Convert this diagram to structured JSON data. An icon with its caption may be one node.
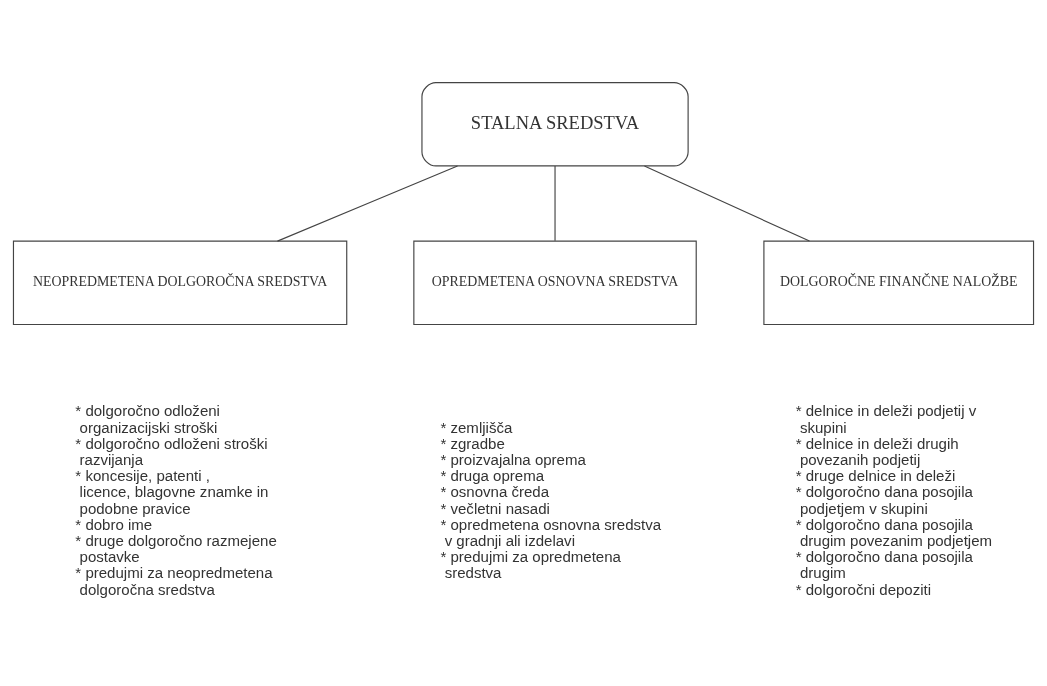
{
  "diagram": {
    "nodes": [
      {
        "text": [
          "STALNA SREDSTVA"
        ]
      },
      {
        "text": [
          "NEOPREDMETENA DOLGOROČNA SREDSTVA"
        ],
        "beside": [
          "* dolgoročno odloženi organizacijski stroški",
          "* dolgoročno odloženi stroški razvijanja",
          "* koncesije, patenti , licence, blagovne znamke in podobne pravice",
          "* dobro ime",
          "* druge dolgoročno razmejene postavke",
          "* predujmi za neopredmetena dolgoročna sredstva"
        ]
      },
      {
        "text": [
          "OPREDMETENA OSNOVNA SREDSTVA"
        ],
        "beside": [
          "* zemljišča",
          "* zgradbe",
          "* proizvajalna oprema",
          "* druga oprema",
          "* osnovna čreda",
          "* večletni nasadi",
          "* opredmetena osnovna sredstva v gradnji ali izdelavi",
          "* predujmi za opredmetena sredstva"
        ]
      },
      {
        "text": [
          "DOLGOROČNE FINANČNE NALOŽBE"
        ],
        "beside": [
          "* delnice in deleži podjetij v skupini",
          "* delnice in deleži drugih povezanih podjetij",
          "* druge delnice in deleži",
          "* dolgoročno dana posojila podjetjem v skupini",
          "* dolgoročno dana posojila drugim povezanim podjetjem",
          "* dolgoročno dana posojila drugim",
          "* dolgoročni depoziti"
        ]
      }
    ],
    "edges": [
      {
        "from": 0,
        "to": 1,
        "arrow": "none"
      },
      {
        "from": 0,
        "to": 2,
        "arrow": "none"
      },
      {
        "from": 0,
        "to": 3,
        "arrow": "none"
      }
    ]
  }
}
